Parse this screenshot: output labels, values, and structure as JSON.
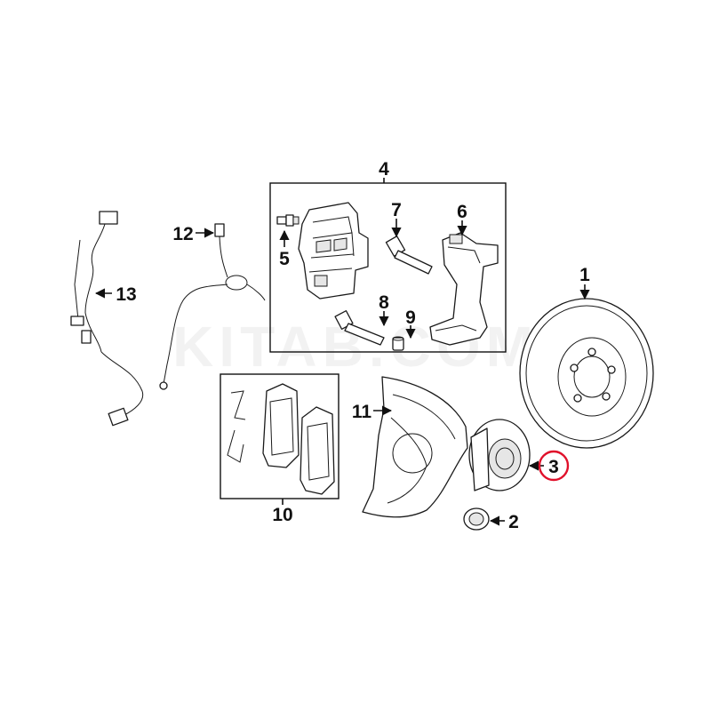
{
  "watermark": "KITAB.COM",
  "callouts": {
    "c1": "1",
    "c2": "2",
    "c3": "3",
    "c4": "4",
    "c5": "5",
    "c6": "6",
    "c7": "7",
    "c8": "8",
    "c9": "9",
    "c10": "10",
    "c11": "11",
    "c12": "12",
    "c13": "13"
  },
  "highlight_color": "#e0102a"
}
